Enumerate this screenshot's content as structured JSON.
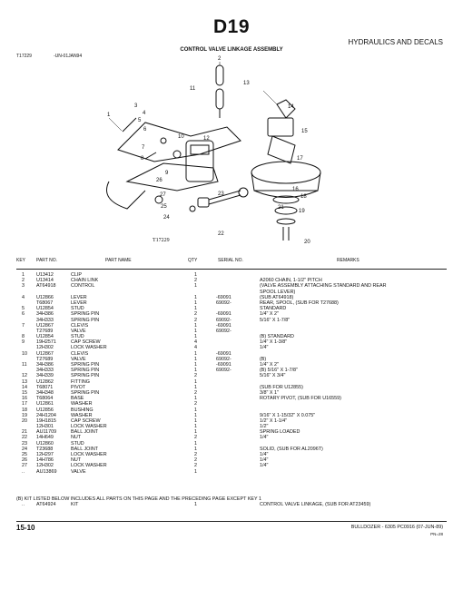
{
  "header": {
    "page_title": "D19",
    "section": "HYDRAULICS AND DECALS",
    "subtitle": "CONTROL VALVE LINKAGE ASSEMBLY",
    "figure_ref": "T17229",
    "figure_date": "-UN-01JAN94",
    "figure_tcode": "T17229"
  },
  "figure": {
    "callouts": [
      "1",
      "2",
      "3",
      "4",
      "5",
      "6",
      "7",
      "8",
      "9",
      "10",
      "11",
      "12",
      "13",
      "14",
      "15",
      "16",
      "17",
      "18",
      "19",
      "20",
      "21",
      "22",
      "23",
      "24",
      "25",
      "26",
      "27"
    ]
  },
  "table": {
    "columns": [
      "KEY",
      "PART NO.",
      "PART NAME",
      "QTY",
      "SERIAL NO.",
      "REMARKS"
    ],
    "rows": [
      [
        "1",
        "U13412",
        "CLIP",
        "1",
        "",
        ""
      ],
      [
        "2",
        "U13414",
        "CHAIN LINK",
        "2",
        "",
        "A2060 CHAIN, 1-1/2\" PITCH"
      ],
      [
        "3",
        "AT64918",
        "CONTROL",
        "1",
        "",
        "(VALVE ASSEMBLY ATTACHING STANDARD AND REAR"
      ],
      [
        "",
        "",
        "",
        "",
        "",
        "SPOOL LEVER)"
      ],
      [
        "4",
        "U12866",
        "LEVER",
        "1",
        "-69091",
        "(SUB AT64918)"
      ],
      [
        "",
        "T68067",
        "LEVER",
        "1",
        "69092-",
        "REAR, SPOOL, (SUB FOR T27688)"
      ],
      [
        "5",
        "U12854",
        "STUD",
        "1",
        "",
        "STANDARD"
      ],
      [
        "6",
        "34H386",
        "SPRING PIN",
        "2",
        "-69091",
        "1/4\" X 2\""
      ],
      [
        "",
        "34H333",
        "SPRING PIN",
        "2",
        "69092-",
        "5/16\" X 1-7/8\""
      ],
      [
        "7",
        "U12867",
        "CLEVIS",
        "1",
        "-69091",
        ""
      ],
      [
        "",
        "T27689",
        "VALVE",
        "1",
        "69092-",
        ""
      ],
      [
        "8",
        "U12854",
        "STUD",
        "1",
        "",
        "(B) STANDARD"
      ],
      [
        "9",
        "19H2571",
        "CAP SCREW",
        "4",
        "",
        "1/4\" X 1-3/8\""
      ],
      [
        "",
        "12H302",
        "LOCK WASHER",
        "4",
        "",
        "1/4\""
      ],
      [
        "10",
        "U12867",
        "CLEVIS",
        "1",
        "-69091",
        ""
      ],
      [
        "",
        "T27689",
        "VALVE",
        "1",
        "69092-",
        "(B)"
      ],
      [
        "11",
        "34H386",
        "SPRING PIN",
        "1",
        "-69091",
        "1/4\" X 2\""
      ],
      [
        "",
        "34H333",
        "SPRING PIN",
        "1",
        "69092-",
        "(B) 5/16\" X 1-7/8\""
      ],
      [
        "12",
        "34H339",
        "SPRING PIN",
        "2",
        "",
        "5/16\" X 3/4\""
      ],
      [
        "13",
        "U12862",
        "FITTING",
        "1",
        "",
        ""
      ],
      [
        "14",
        "T68071",
        "PIVOT",
        "1",
        "",
        "(SUB FOR U12855)"
      ],
      [
        "15",
        "34H348",
        "SPRING PIN",
        "2",
        "",
        "3/8\" X 1\""
      ],
      [
        "16",
        "T68064",
        "BASE",
        "1",
        "",
        "ROTARY PIVOT, (SUB FOR U16559)"
      ],
      [
        "17",
        "U12861",
        "WASHER",
        "2",
        "",
        ""
      ],
      [
        "18",
        "U12856",
        "BUSHING",
        "1",
        "",
        ""
      ],
      [
        "19",
        "24H1204",
        "WASHER",
        "1",
        "",
        "9/16\" X 1-15/32\" X 0.075\""
      ],
      [
        "20",
        "19H1815",
        "CAP SCREW",
        "1",
        "",
        "1/2\" X 1-1/4\""
      ],
      [
        "",
        "12H301",
        "LOCK WASHER",
        "1",
        "",
        "1/2\""
      ],
      [
        "21",
        "AU11709",
        "BALL JOINT",
        "1",
        "",
        "SPRING LOADED"
      ],
      [
        "22",
        "14H649",
        "NUT",
        "2",
        "",
        "1/4\""
      ],
      [
        "23",
        "U12860",
        "STUD",
        "1",
        "",
        ""
      ],
      [
        "24",
        "T23688",
        "BALL JOINT",
        "1",
        "",
        "SOLID, (SUB FOR AL2096T)"
      ],
      [
        "25",
        "12H297",
        "LOCK WASHER",
        "2",
        "",
        "1/4\""
      ],
      [
        "26",
        "14H786",
        "NUT",
        "2",
        "",
        "1/4\""
      ],
      [
        "27",
        "12H302",
        "LOCK WASHER",
        "2",
        "",
        "1/4\""
      ],
      [
        "..",
        "AU13869",
        "VALVE",
        "1",
        "",
        ""
      ]
    ],
    "kit_note": "(B) KIT LISTED BELOW INCLUDES ALL PARTS ON THIS PAGE AND THE PRECEDING PAGE EXCEPT KEY 1",
    "kit_row": [
      "..",
      "AT64924",
      "KIT",
      "1",
      "",
      "CONTROL VALVE LINKAGE, (SUB FOR AT23459)"
    ]
  },
  "footer": {
    "page_number": "15-10",
    "text": "BULLDOZER - 6305   PC0916   (07-JUN-89)",
    "code": "PN=28"
  }
}
